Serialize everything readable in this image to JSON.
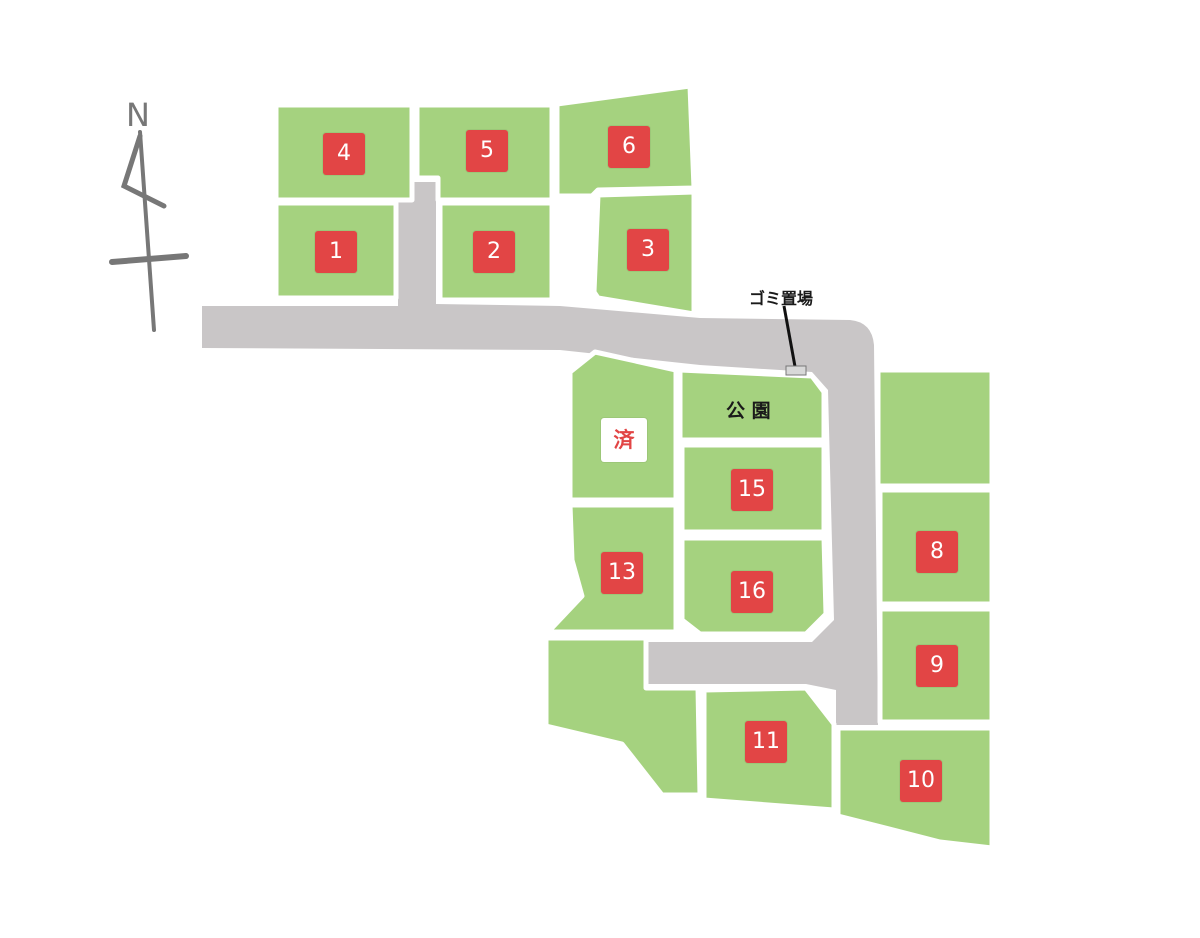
{
  "lots": [
    {
      "id": "lot-1",
      "label": "1"
    },
    {
      "id": "lot-2",
      "label": "2"
    },
    {
      "id": "lot-3",
      "label": "3"
    },
    {
      "id": "lot-4",
      "label": "4"
    },
    {
      "id": "lot-5",
      "label": "5"
    },
    {
      "id": "lot-6",
      "label": "6"
    },
    {
      "id": "lot-8",
      "label": "8"
    },
    {
      "id": "lot-9",
      "label": "9"
    },
    {
      "id": "lot-10",
      "label": "10"
    },
    {
      "id": "lot-11",
      "label": "11"
    },
    {
      "id": "lot-13",
      "label": "13"
    },
    {
      "id": "lot-15",
      "label": "15"
    },
    {
      "id": "lot-16",
      "label": "16"
    }
  ],
  "sold_lot": {
    "label": "済"
  },
  "park": {
    "label": "公 園"
  },
  "garbage": {
    "label": "ゴミ置場"
  },
  "compass": {
    "north": "N"
  },
  "colors": {
    "lot": "#a5d27f",
    "road": "#c9c6c7",
    "badge": "#e24545",
    "compass": "#777777"
  }
}
